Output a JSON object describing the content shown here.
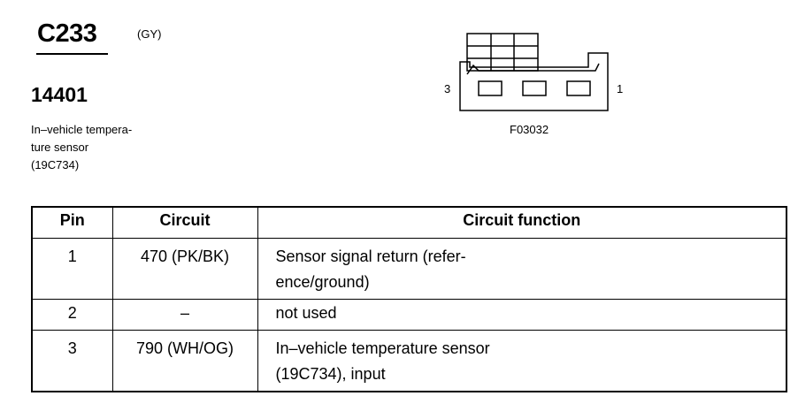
{
  "connector": {
    "id": "C233",
    "color": "(GY)"
  },
  "component": {
    "number": "14401",
    "description_lines": [
      "In–vehicle tempera-",
      "ture sensor",
      "(19C734)"
    ]
  },
  "diagram": {
    "pin_left": "3",
    "pin_right": "1",
    "code": "F03032"
  },
  "table": {
    "headers": [
      "Pin",
      "Circuit",
      "Circuit function"
    ],
    "rows": [
      {
        "pin": "1",
        "circuit": "470 (PK/BK)",
        "function_lines": [
          "Sensor signal return (refer-",
          "ence/ground)"
        ]
      },
      {
        "pin": "2",
        "circuit": "–",
        "function_lines": [
          "not used"
        ]
      },
      {
        "pin": "3",
        "circuit": "790 (WH/OG)",
        "function_lines": [
          "In–vehicle temperature sensor",
          "(19C734), input"
        ]
      }
    ]
  }
}
